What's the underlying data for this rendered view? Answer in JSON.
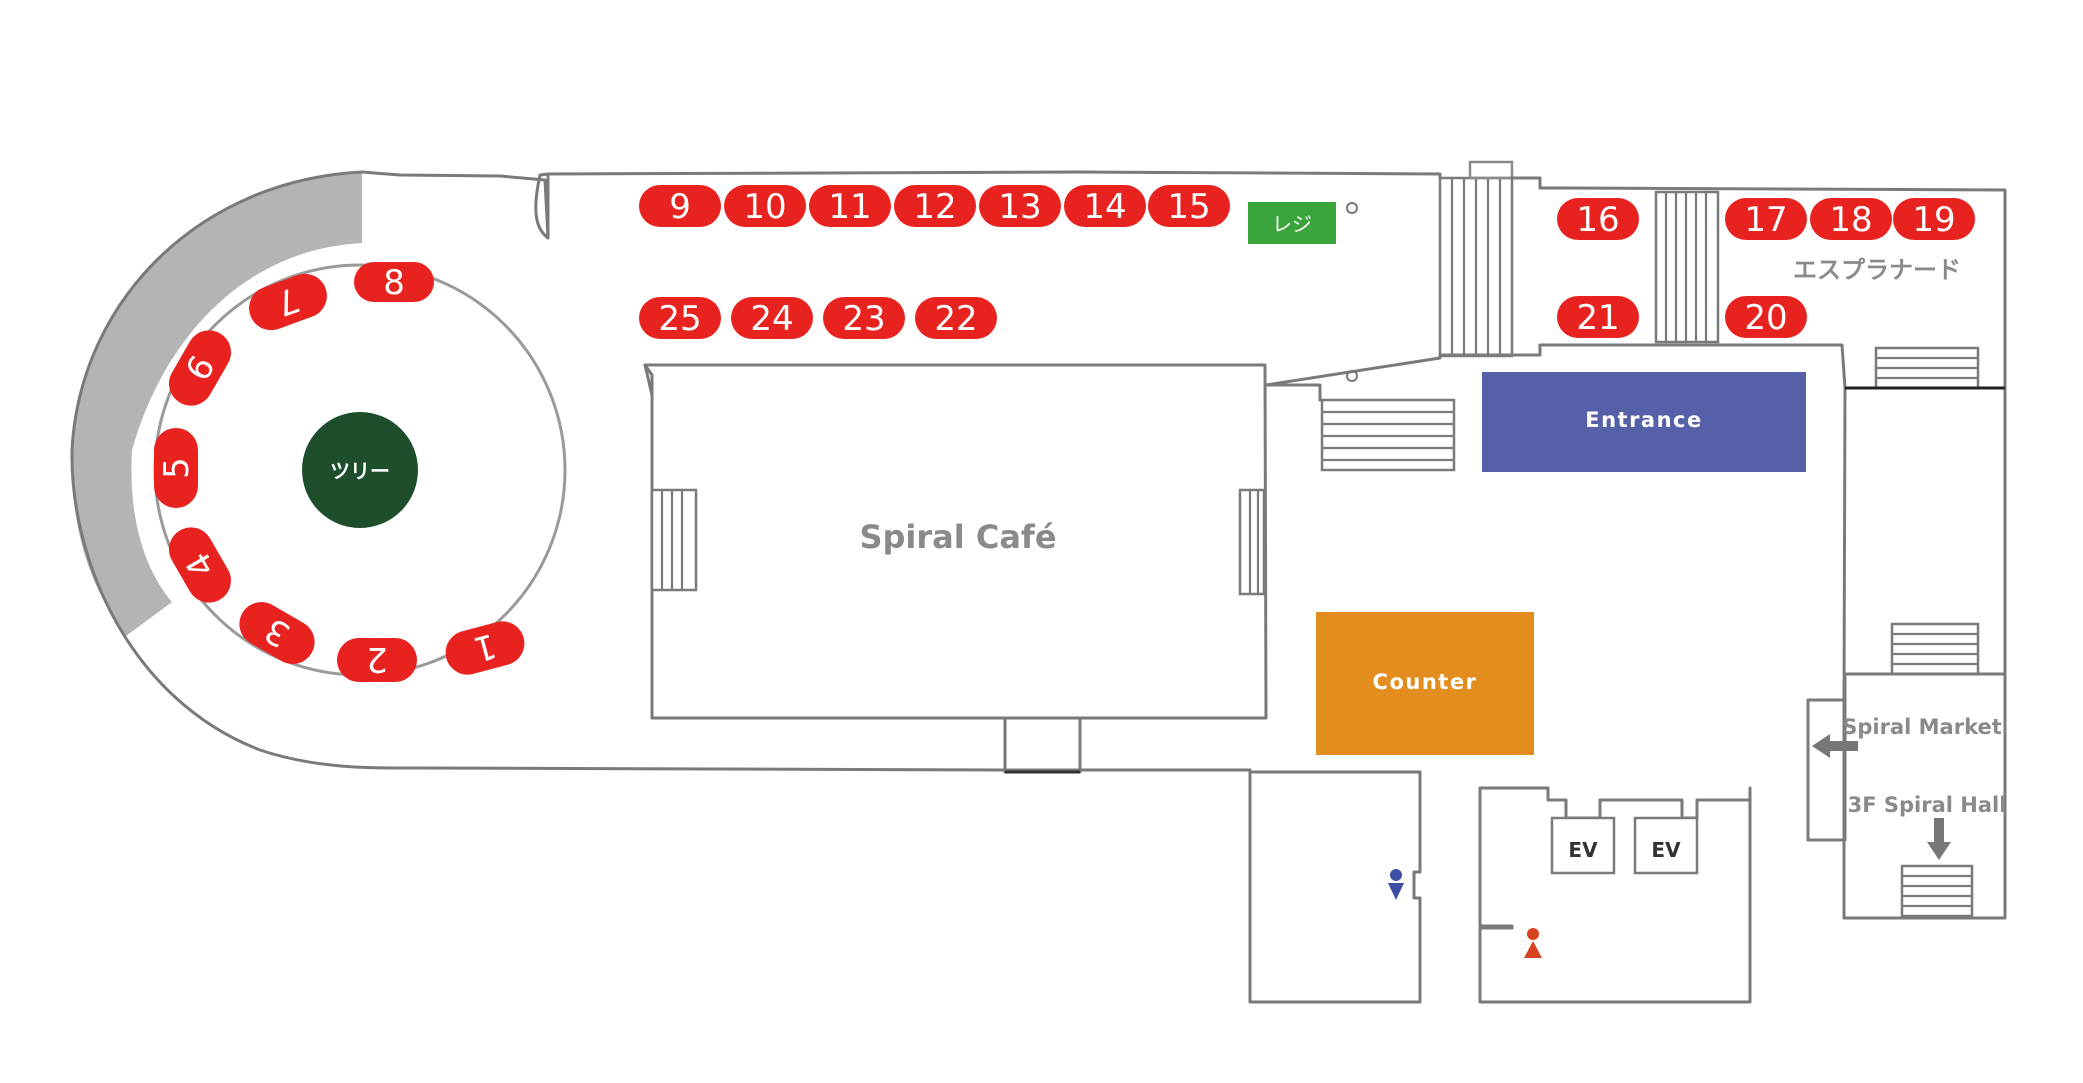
{
  "booths_top": [
    "9",
    "10",
    "11",
    "12",
    "13",
    "14",
    "15"
  ],
  "booths_mid": [
    "25",
    "24",
    "23",
    "22"
  ],
  "booths_right_top": [
    "16",
    "17",
    "18",
    "19"
  ],
  "booths_right_bottom": [
    "21",
    "20"
  ],
  "booths_circle": [
    "1",
    "2",
    "3",
    "4",
    "5",
    "6",
    "7",
    "8"
  ],
  "labels": {
    "tree": "ツリー",
    "register": "レジ",
    "esplanade": "エスプラナード",
    "entrance": "Entrance",
    "counter": "Counter",
    "cafe": "Spiral Café",
    "spiral_market": "Spiral Market",
    "spiral_hall": "3F Spiral Hall",
    "ev1": "EV",
    "ev2": "EV"
  },
  "colors": {
    "booth": "#e8231f",
    "tree": "#1e4d2b",
    "register": "#3aa53a",
    "entrance": "#5560a9",
    "counter": "#e38d1e",
    "walls": "#7a7a7a",
    "restroom_male": "#3d4fa3",
    "restroom_female": "#d9421e"
  }
}
